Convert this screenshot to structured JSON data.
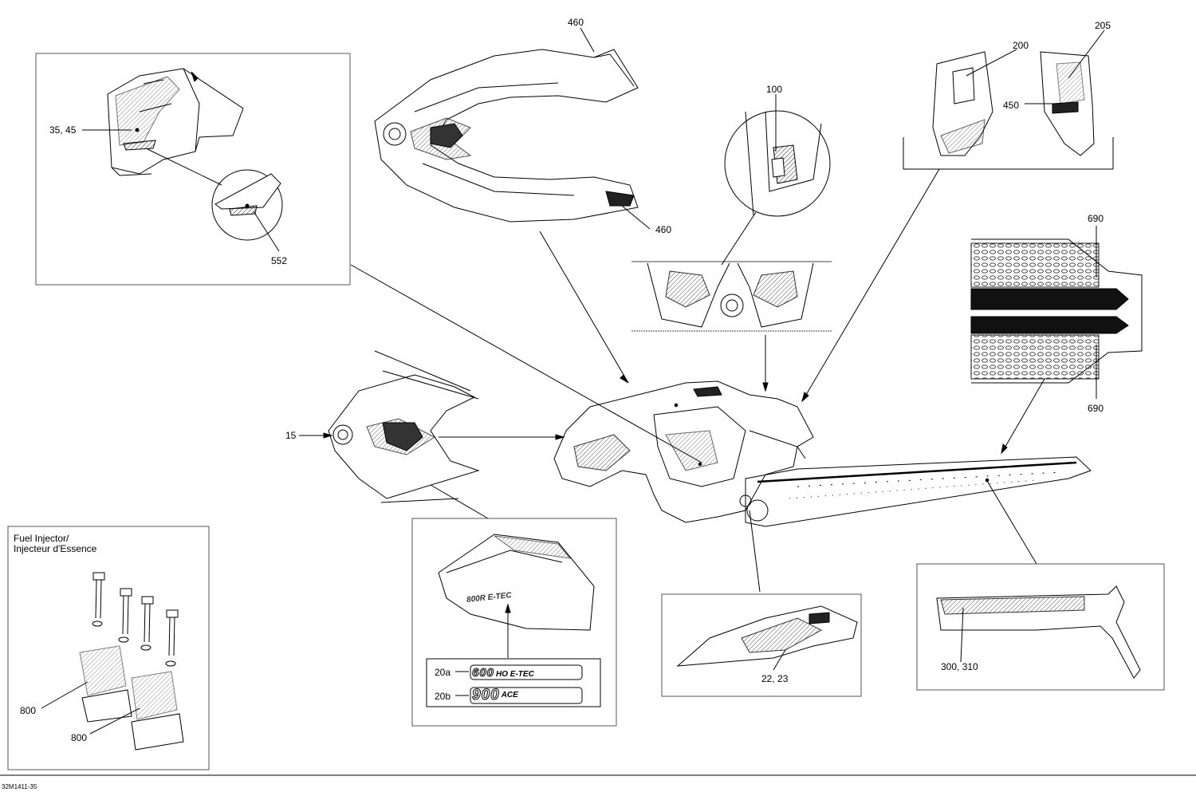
{
  "callouts": {
    "c460a": "460",
    "c460b": "460",
    "c200": "200",
    "c205": "205",
    "c450": "450",
    "c100": "100",
    "c35_45": "35, 45",
    "c552": "552",
    "c690a": "690",
    "c690b": "690",
    "c15": "15",
    "c20a": "20a",
    "c20b": "20b",
    "c22_23": "22, 23",
    "c300_310": "300, 310",
    "c800a": "800",
    "c800b": "800"
  },
  "inset_fuel": {
    "title_line1": "Fuel Injector/",
    "title_line2": "Injecteur d'Essence"
  },
  "decals": {
    "decal_600": "600",
    "decal_600_suffix": "HO E-TEC",
    "decal_900": "900",
    "decal_900_suffix": "ACE",
    "decal_800_small": "800R E-TEC"
  },
  "reference_code": "32M1411-35",
  "line_color": "#000000",
  "hatch_color": "#555555"
}
